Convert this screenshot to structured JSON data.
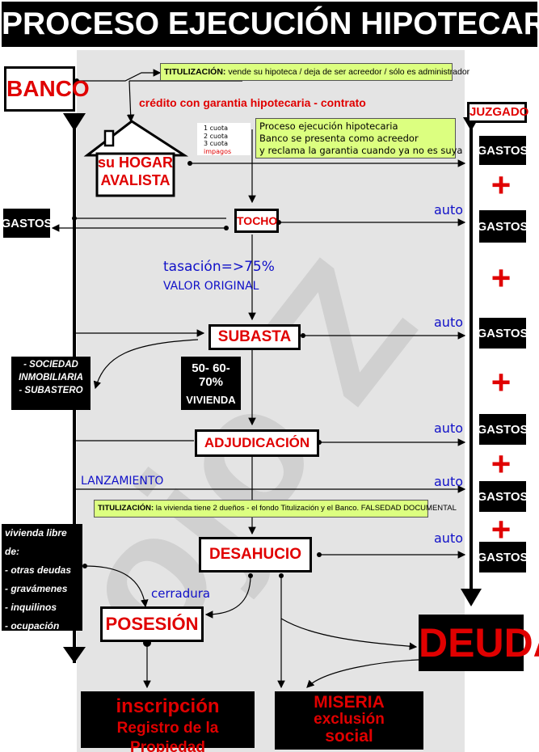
{
  "title": "PROCESO EJECUCIÓN HIPOTECARIA",
  "watermark": "ojo Z",
  "nodes": {
    "banco": "BANCO",
    "juzgado": "JUZGADO",
    "hogar_line1": "su HOGAR",
    "hogar_line2": "AVALISTA",
    "tocho": "TOCHO",
    "subasta": "SUBASTA",
    "adjudicacion": "ADJUDICACIÓN",
    "desahucio": "DESAHUCIO",
    "posesion": "POSESIÓN",
    "deuda": "DEUDA",
    "inscripcion_line1": "inscripción",
    "inscripcion_line2": "Registro de la Propiedad",
    "miseria_line1": "MISERIA",
    "miseria_line2": "exclusión",
    "miseria_line3": "social"
  },
  "notes": {
    "titulizacion_top_label": "TITULIZACIÓN:",
    "titulizacion_top_text": "vende su hipoteca / deja de ser acreedor / sólo es administrador",
    "proceso_line1": "Proceso ejecución hipotecaria",
    "proceso_line2": "Banco se presenta como acreedor",
    "proceso_line3": "y reclama la garantia cuando ya no es suya",
    "titulizacion_bottom_label": "TITULIZACIÓN:",
    "titulizacion_bottom_text": "la vivienda tiene 2 dueños - el fondo Titulización y  el Banco. FALSEDAD DOCUMENTAL"
  },
  "cuotas": {
    "c1": "1 cuota",
    "c2": "2 cuota",
    "c3": "3 cuota",
    "impagos": "impagos"
  },
  "labels": {
    "credito": "crédito con garantia hipotecaria - contrato",
    "tasacion_line1": "tasación=>75%",
    "tasacion_line2": "VALOR ORIGINAL",
    "porcentaje": "50- 60- 70%",
    "vivienda": "VIVIENDA",
    "lanzamiento": "LANZAMIENTO",
    "cerradura": "cerradura",
    "auto": "auto"
  },
  "sociedad": {
    "line1": "- SOCIEDAD",
    "line2": "INMOBILIARIA",
    "line3": "- SUBASTERO"
  },
  "vivienda_libre": {
    "heading": "vivienda libre de:",
    "items": [
      "- otras deudas",
      "- gravámenes",
      "- inquilinos",
      "- ocupación"
    ]
  },
  "gastos": "GASTOS",
  "plus": "+",
  "colors": {
    "red": "#e00000",
    "black": "#000000",
    "note_green": "#dcff80",
    "blue_text": "#1010c8",
    "panel_gray": "#e4e4e4"
  }
}
